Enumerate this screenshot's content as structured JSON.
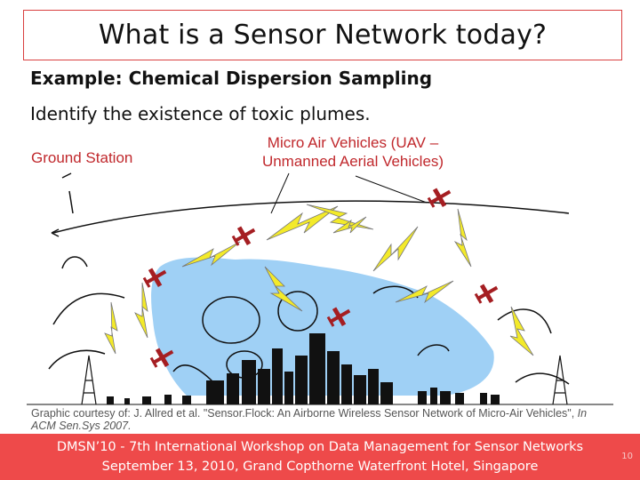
{
  "slide": {
    "title": "What is a Sensor Network today?",
    "subtitle": "Example: Chemical Dispersion Sampling",
    "body": "Identify the existence of toxic plumes.",
    "labels": {
      "ground_station": "Ground Station",
      "uav_line1": "Micro Air Vehicles (UAV –",
      "uav_line2": "Unmanned Aerial Vehicles)"
    },
    "credit": {
      "part1": "Graphic courtesy of: J. Allred et al. \"Sensor.Flock: An Airborne Wireless Sensor Network of Micro-Air Vehicles\", ",
      "venue": "In ACM Sen.Sys 2007."
    },
    "footer": {
      "line1": "DMSN’10 - 7th International Workshop on Data Management for Sensor Networks",
      "line2": "September 13, 2010, Grand Copthorne Waterfront Hotel, Singapore"
    },
    "slide_number": "10"
  },
  "colors": {
    "accent_red": "#c0282c",
    "plume_blue": "#9fd0f5",
    "bolt_yellow": "#f3ea2a",
    "footer_red": "#ee4a4a"
  }
}
